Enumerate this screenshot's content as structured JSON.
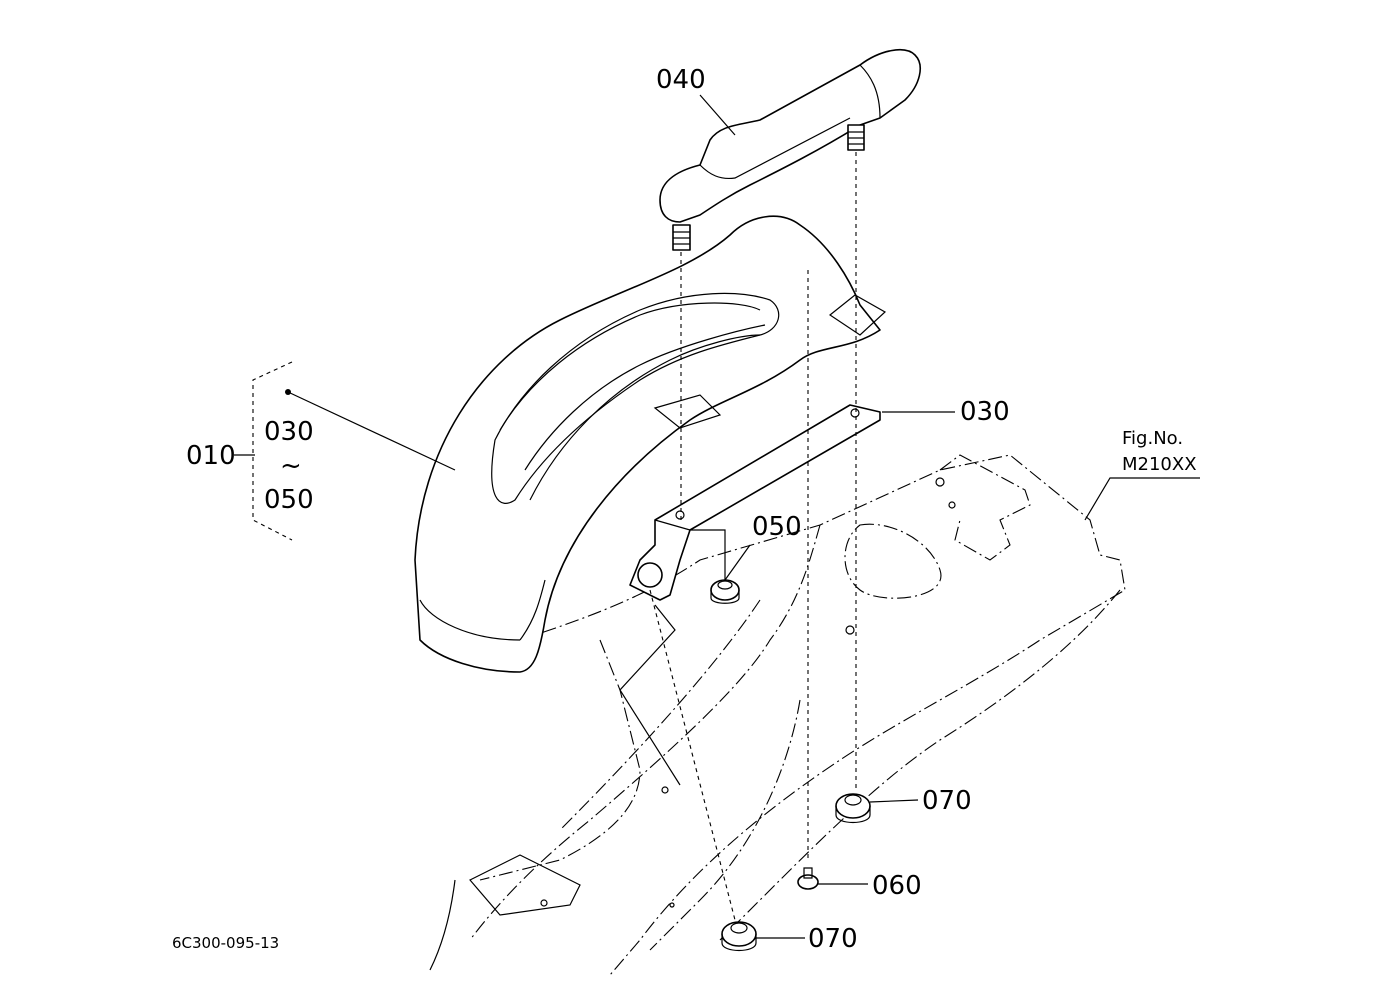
{
  "labels": {
    "assembly": "010",
    "range_start": "030",
    "range_tilde": "~",
    "range_end": "050",
    "grip": "040",
    "bracket": "030",
    "nut_small": "050",
    "nut_right": "070",
    "bolt": "060",
    "nut_bottom": "070"
  },
  "reference": {
    "fig_label": "Fig.No.",
    "fig_number": "M210XX"
  },
  "drawing_number": "6C300-095-13"
}
